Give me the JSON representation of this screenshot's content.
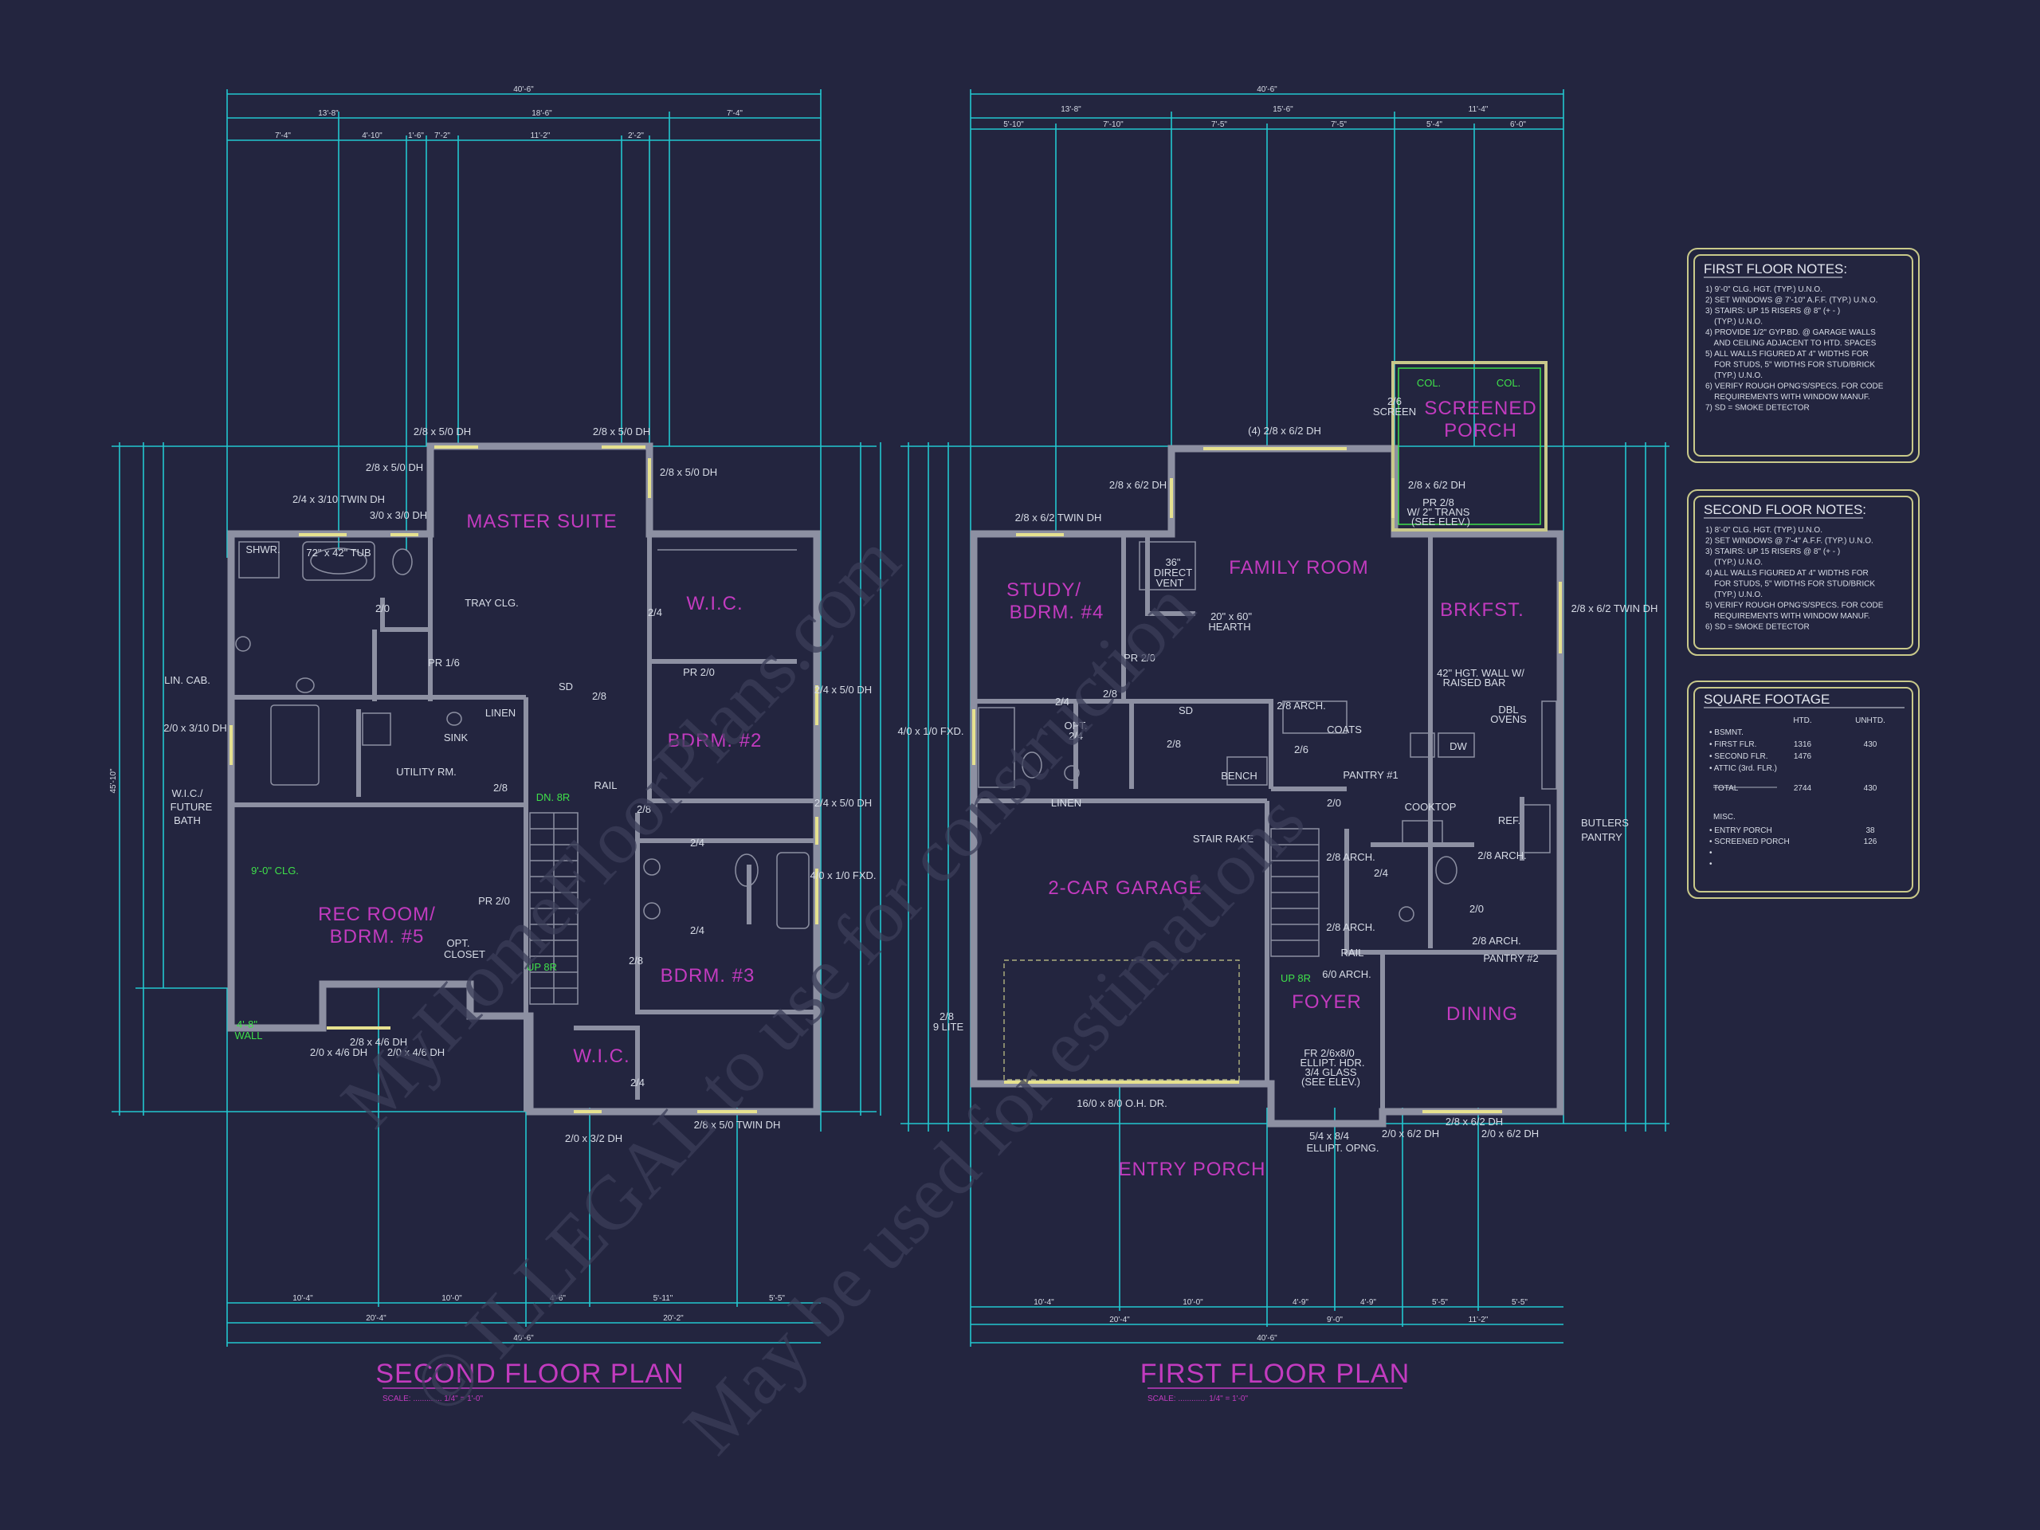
{
  "colors": {
    "background": "#23253f",
    "wall": "#8d90a2",
    "dimension": "#22c7cf",
    "room_label": "#c23bbf",
    "annotation": "#d7dce6",
    "note_border": "#c9c98a",
    "green_note": "#3fe04a"
  },
  "watermark": {
    "line1": "© ILLEGAL to use for construction",
    "line2": "May be used for estimations",
    "line3": "MyHomeFloorPlans.com"
  },
  "second_floor": {
    "title": "SECOND FLOOR PLAN",
    "scale": "SCALE: ............. 1/4\" = 1'-0\"",
    "overall_top": "40'-6\"",
    "top_dims_1": [
      "13'-8\"",
      "18'-6\"",
      "7'-4\""
    ],
    "top_dims_2": [
      "7'-4\"",
      "4'-10\"",
      "1'-6\"",
      "7'-2\"",
      "11'-2\"",
      "2'-2\""
    ],
    "bottom_dims_1": [
      "10'-4\"",
      "10'-0\"",
      "4'-6\"",
      "5'-11\"",
      "5'-5\""
    ],
    "bottom_dims_2": [
      "20'-4\"",
      "20'-2\""
    ],
    "overall_bottom": "40'-6\"",
    "left_overall": "45'-10\"",
    "rooms": {
      "master": "MASTER SUITE",
      "wic": "W.I.C.",
      "bdrm2": "BDRM. #2",
      "bdrm3": "BDRM. #3",
      "rec": "REC ROOM/",
      "bdrm5": "BDRM. #5",
      "wic2": "W.I.C."
    },
    "labels": {
      "w1": "2/8 x 5/0 DH",
      "w2": "2/8 x 5/0 DH",
      "w3": "2/8 x 5/0 DH",
      "w4": "2/8 x 5/0 DH",
      "w5": "2/4 x 3/10 TWIN DH",
      "w6": "3/0 x 3/0 DH",
      "shwr": "SHWR.",
      "tub": "72\" x 42\" TUB",
      "tray": "TRAY CLG.",
      "linen": "LINEN",
      "sink": "SINK",
      "util": "UTILITY RM.",
      "lincab": "LIN. CAB.",
      "w7": "2/0 x 3/10 DH",
      "future1": "W.I.C./",
      "future2": "FUTURE",
      "future3": "BATH",
      "clg": "9'-0\" CLG.",
      "opt1": "OPT.",
      "opt2": "CLOSET",
      "wall1": "4'-8\"",
      "wall2": "WALL",
      "w8": "2/8 x 4/6 DH",
      "w9": "2/0 x 4/6 DH",
      "w10": "2/0 x 4/6 DH",
      "w11": "2/4 x 5/0 DH",
      "w12": "2/4 x 5/0 DH",
      "w13": "4/0 x 1/0 FXD.",
      "w14": "2/0 x 3/2 DH",
      "w15": "2/8 x 5/0 TWIN DH",
      "rail": "RAIL",
      "dn": "DN. 8R",
      "up": "UP 8R",
      "pr1": "PR 1/6",
      "pr2": "PR 2/0",
      "pr3": "PR 2/0",
      "d1": "2/8",
      "d2": "2/4",
      "d3": "2/8",
      "d4": "2/4",
      "d5": "2/8",
      "d6": "2/4",
      "d7": "2/8",
      "d8": "2/4",
      "d9": "2/0",
      "sd": "SD"
    }
  },
  "first_floor": {
    "title": "FIRST FLOOR PLAN",
    "scale": "SCALE: ............. 1/4\" = 1'-0\"",
    "overall_top": "40'-6\"",
    "top_dims_1": [
      "13'-8\"",
      "15'-6\"",
      "11'-4\""
    ],
    "top_dims_2": [
      "5'-10\"",
      "7'-10\"",
      "7'-5\"",
      "7'-5\"",
      "5'-4\"",
      "6'-0\""
    ],
    "bottom_dims_1": [
      "10'-4\"",
      "10'-0\"",
      "4'-9\"",
      "4'-9\"",
      "5'-5\"",
      "5'-5\""
    ],
    "bottom_dims_2": [
      "20'-4\"",
      "9'-0\"",
      "11'-2\""
    ],
    "overall_bottom": "40'-6\"",
    "rooms": {
      "study1": "STUDY/",
      "study2": "BDRM. #4",
      "family": "FAMILY ROOM",
      "porch1": "SCREENED",
      "porch2": "PORCH",
      "brkfst": "BRKFST.",
      "garage": "2-CAR GARAGE",
      "foyer": "FOYER",
      "dining": "DINING",
      "entry": "ENTRY PORCH"
    },
    "labels": {
      "w1": "(4) 2/8 x 6/2 DH",
      "w2": "2/8 x 6/2 DH",
      "w3": "2/8 x 6/2 TWIN DH",
      "w4": "2/8 x 6/2 DH",
      "w5": "2/8 x 6/2 TWIN DH",
      "w6": "4/0 x 1/0 FXD.",
      "w7": "2/8 x 6/2 DH",
      "w8": "2/0 x 6/2 DH",
      "w9": "2/0 x 6/2 DH",
      "vent1": "36\"",
      "vent2": "DIRECT",
      "vent3": "VENT",
      "hearth1": "20\" x 60\"",
      "hearth2": "HEARTH",
      "screen1": "2/6",
      "screen2": "SCREEN",
      "col": "COL.",
      "trans1": "PR 2/8",
      "trans2": "W/ 2\" TRANS",
      "trans3": "(SEE ELEV.)",
      "bar1": "42\" HGT. WALL W/",
      "bar2": "RAISED BAR",
      "ovens1": "DBL",
      "ovens2": "OVENS",
      "dw": "DW",
      "cooktop": "COOKTOP",
      "ref": "REF.",
      "butler1": "BUTLERS",
      "butler2": "PANTRY",
      "pantry1": "PANTRY #1",
      "pantry2": "PANTRY #2",
      "coats": "COATS",
      "linen": "LINEN",
      "bench": "BENCH",
      "stair": "STAIR RAKE",
      "rail": "RAIL",
      "up": "UP 8R",
      "arch1": "2/8 ARCH.",
      "arch2": "2/8 ARCH.",
      "arch3": "2/8 ARCH.",
      "arch4": "2/8 ARCH.",
      "arch5": "2/8 ARCH.",
      "arch6": "6/0 ARCH.",
      "fr1": "FR 2/6x8/0",
      "fr2": "ELLIPT. HDR.",
      "fr3": "3/4 GLASS",
      "fr4": "(SEE ELEV.)",
      "ellipt1": "5/4 x 8/4",
      "ellipt2": "ELLIPT. OPNG.",
      "oh": "16/0 x 8/0 O.H. DR.",
      "lite1": "2/8",
      "lite2": "9 LITE",
      "pr": "PR 2/0",
      "opt1": "OPT.",
      "opt2": "2/4",
      "d1": "2/4",
      "d2": "2/8",
      "d3": "2/8",
      "d4": "2/6",
      "d5": "2/0",
      "d6": "2/4",
      "d7": "2/0",
      "sd": "SD"
    }
  },
  "notes": {
    "first": {
      "heading": "FIRST FLOOR NOTES:",
      "lines": [
        "1) 9'-0\" CLG. HGT. (TYP.) U.N.O.",
        "2) SET WINDOWS @ 7'-10\" A.F.F. (TYP.) U.N.O.",
        "3) STAIRS: UP 15 RISERS @ 8\" (+ - )",
        "    (TYP.) U.N.O.",
        "4) PROVIDE 1/2\" GYP.BD. @ GARAGE WALLS",
        "    AND CEILING ADJACENT TO HTD. SPACES",
        "5) ALL WALLS FIGURED AT 4\" WIDTHS FOR",
        "    FOR STUDS, 5\" WIDTHS FOR STUD/BRICK",
        "    (TYP.) U.N.O.",
        "6) VERIFY ROUGH OPNG'S/SPECS. FOR CODE",
        "    REQUIREMENTS WITH WINDOW MANUF.",
        "7) SD = SMOKE DETECTOR"
      ]
    },
    "second": {
      "heading": "SECOND FLOOR NOTES:",
      "lines": [
        "1) 8'-0\" CLG. HGT. (TYP.) U.N.O.",
        "2) SET WINDOWS @ 7'-4\" A.F.F. (TYP.) U.N.O.",
        "3) STAIRS: UP 15 RISERS @ 8\" (+ - )",
        "    (TYP.) U.N.O.",
        "4) ALL WALLS FIGURED AT 4\" WIDTHS FOR",
        "    FOR STUDS, 5\" WIDTHS FOR STUD/BRICK",
        "    (TYP.) U.N.O.",
        "5) VERIFY ROUGH OPNG'S/SPECS. FOR CODE",
        "    REQUIREMENTS WITH WINDOW MANUF.",
        "6) SD = SMOKE DETECTOR"
      ]
    },
    "sqft": {
      "heading": "SQUARE FOOTAGE",
      "col_htd": "HTD.",
      "col_unhtd": "UNHTD.",
      "rows": [
        {
          "label": "• BSMNT.",
          "htd": "",
          "unhtd": ""
        },
        {
          "label": "• FIRST FLR.",
          "htd": "1316",
          "unhtd": "430"
        },
        {
          "label": "• SECOND FLR.",
          "htd": "1476",
          "unhtd": ""
        },
        {
          "label": "• ATTIC (3rd. FLR.)",
          "htd": "",
          "unhtd": ""
        }
      ],
      "total_label": "TOTAL",
      "total_htd": "2744",
      "total_unhtd": "430",
      "misc_label": "MISC.",
      "misc": [
        {
          "label": "• ENTRY PORCH",
          "value": "38"
        },
        {
          "label": "• SCREENED PORCH",
          "value": "126"
        },
        {
          "label": "•",
          "value": ""
        },
        {
          "label": "•",
          "value": ""
        }
      ]
    }
  }
}
